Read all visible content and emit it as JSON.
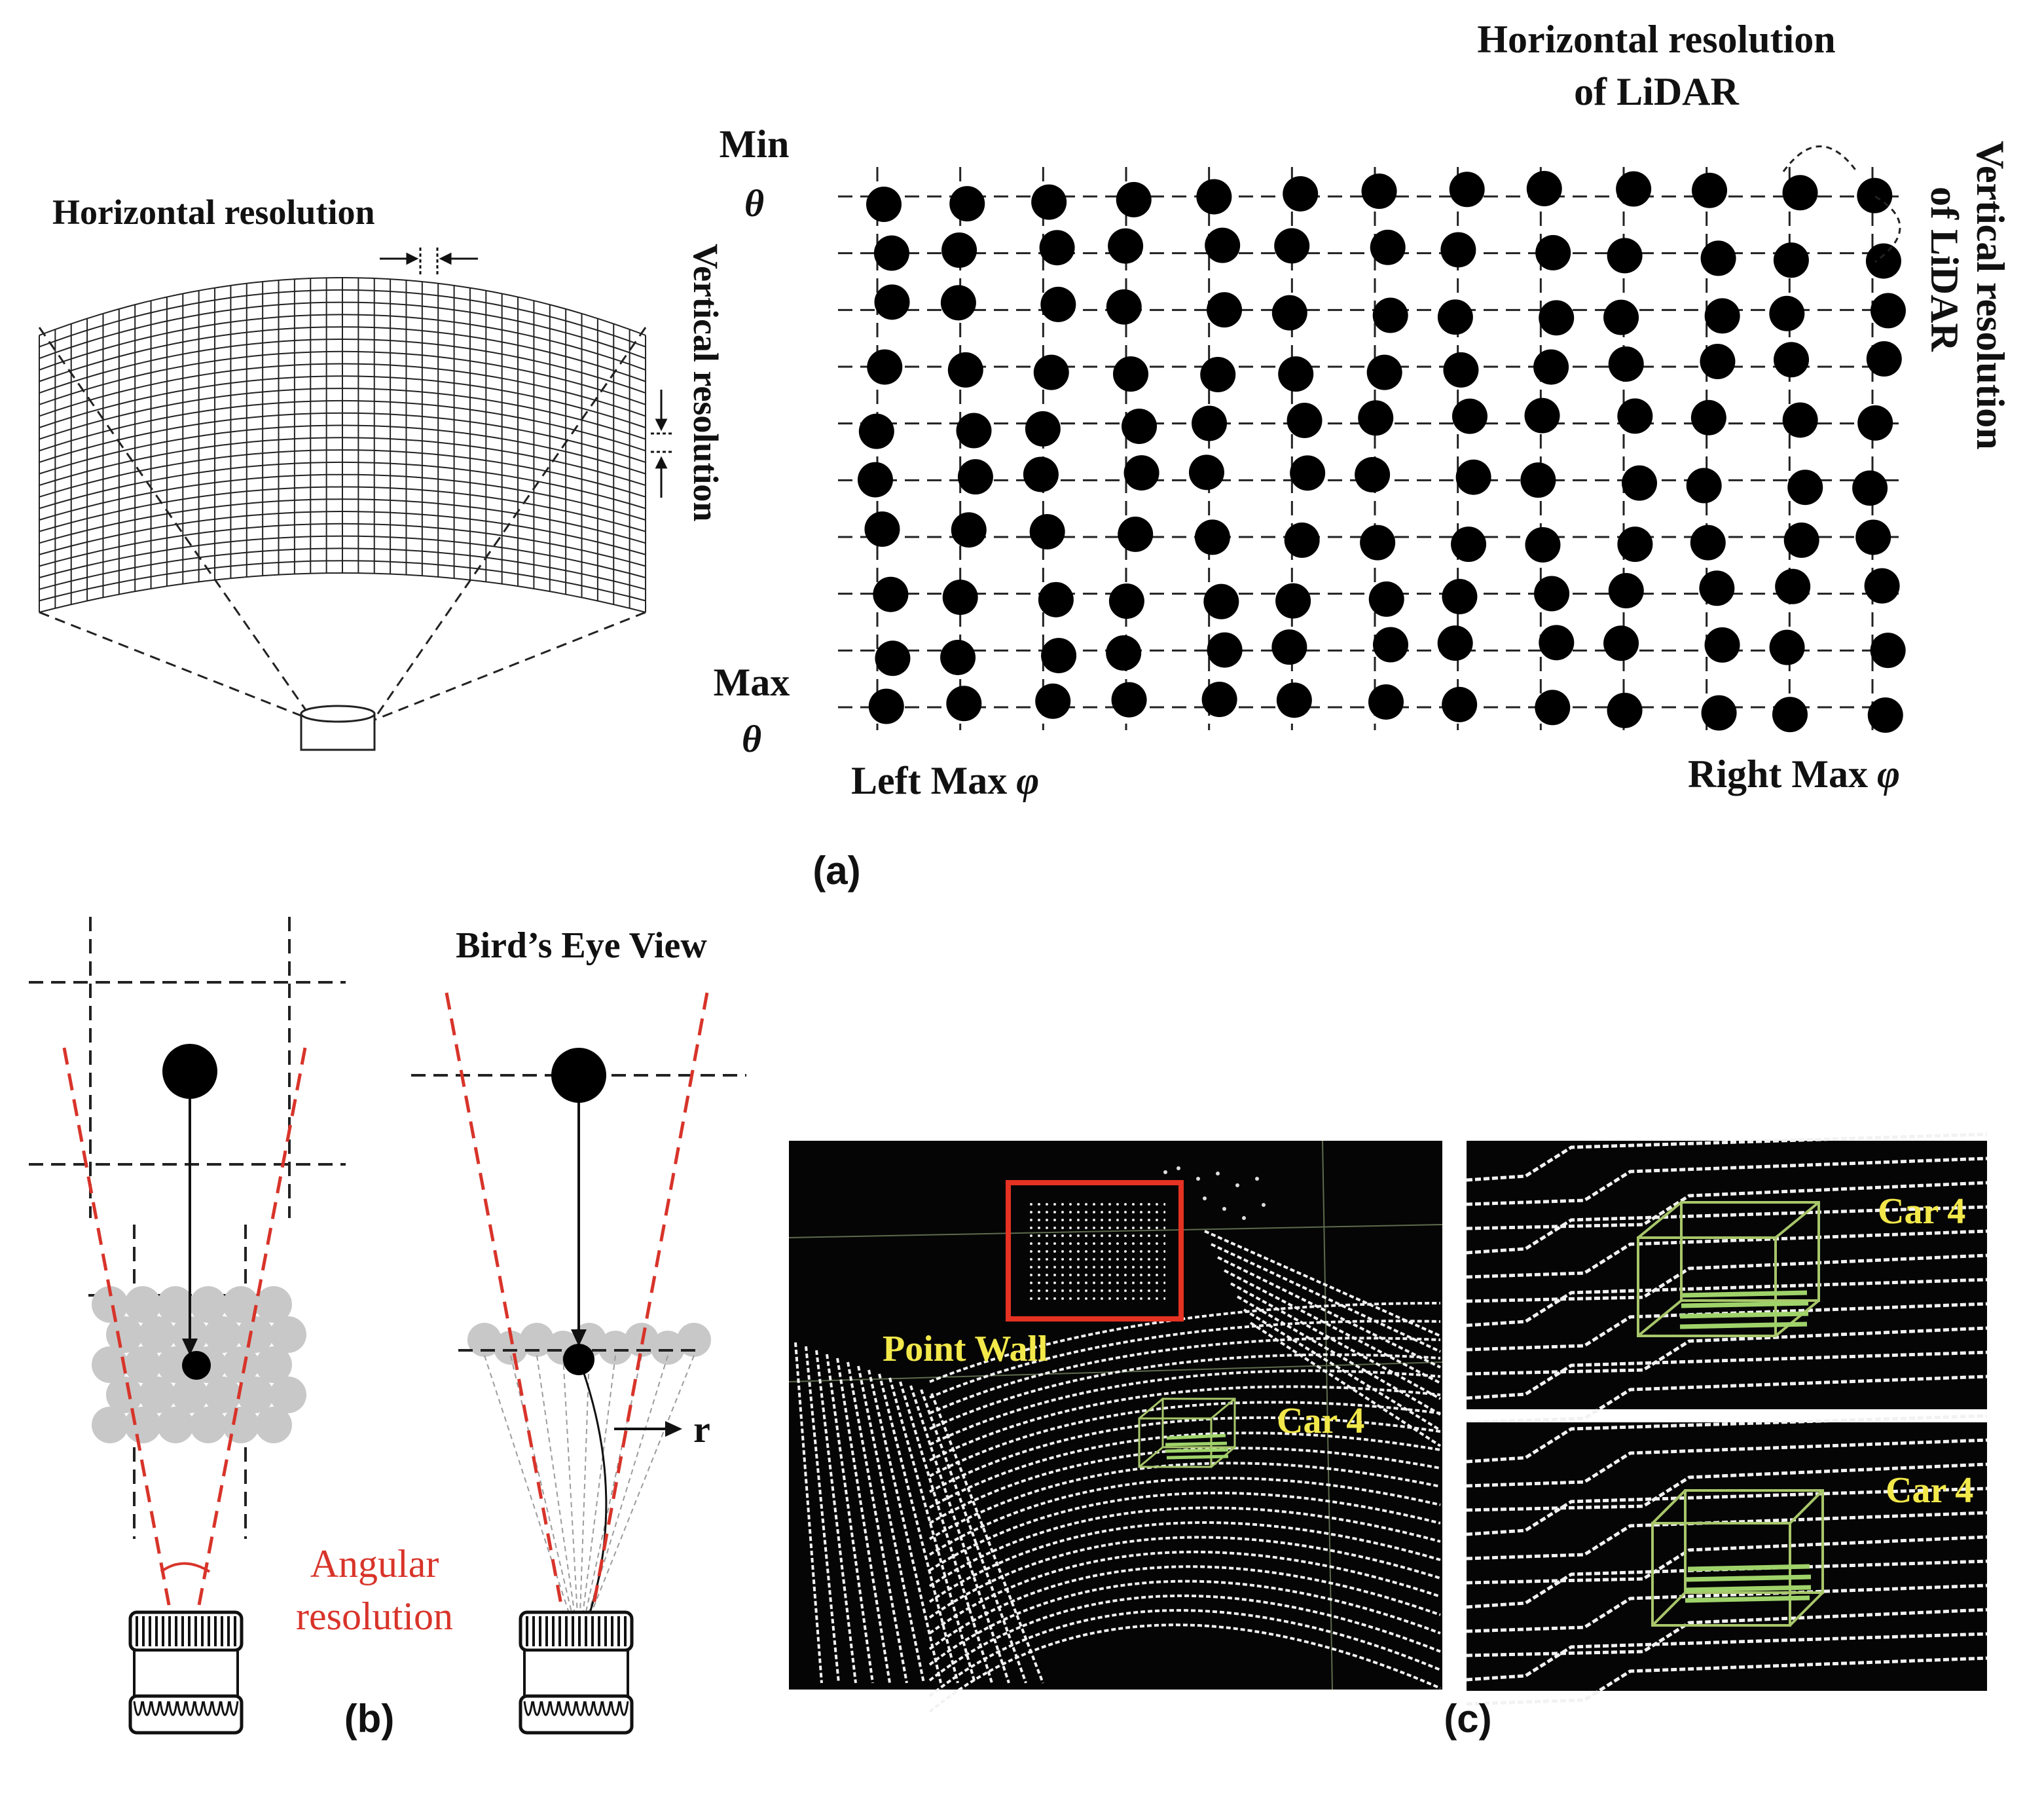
{
  "panel_a": {
    "caption": "(a)",
    "sensor_diagram": {
      "horizontal_label": "Horizontal resolution",
      "vertical_label": "Vertical resolution"
    },
    "grid_diagram": {
      "title_line1": "Horizontal resolution",
      "title_line2": "of LiDAR",
      "side_line1": "Vertical resolution",
      "side_line2": "of LiDAR",
      "min_label": "Min",
      "max_label": "Max",
      "theta_symbol": "θ",
      "left_label": "Left Max",
      "right_label": "Right Max",
      "phi_symbol": "φ"
    }
  },
  "panel_b": {
    "caption": "(b)",
    "bev_title": "Bird’s Eye View",
    "angular_line1": "Angular",
    "angular_line2": "resolution",
    "axis_label": "r"
  },
  "panel_c": {
    "caption": "(c)",
    "point_wall_label": "Point Wall",
    "car_label": "Car 4",
    "colors": {
      "highlight_box": "#e53222",
      "car_box": "#a8c66a",
      "label": "#f2e84a"
    }
  }
}
